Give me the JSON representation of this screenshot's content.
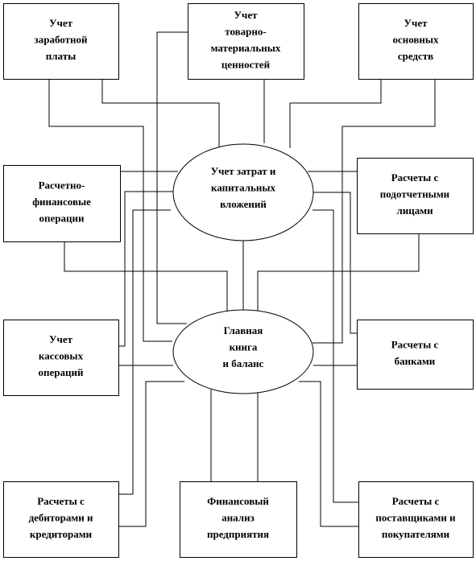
{
  "diagram": {
    "boxes": {
      "payroll": [
        "Учет",
        "заработной",
        "платы"
      ],
      "inventory": [
        "Учет",
        "товарно-",
        "материальных",
        "ценностей"
      ],
      "fixed_assets": [
        "Учет",
        "основных",
        "средств"
      ],
      "settlement_financial": [
        "Расчетно-",
        "финансовые",
        "операции"
      ],
      "accountable_persons": [
        "Расчеты с",
        "подотчетными",
        "лицами"
      ],
      "cash_operations": [
        "Учет",
        "кассовых",
        "операций"
      ],
      "banks": [
        "Расчеты с",
        "банками"
      ],
      "debtors_creditors": [
        "Расчеты с",
        "дебиторами и",
        "кредиторами"
      ],
      "financial_analysis": [
        "Финансовый",
        "анализ",
        "предприятия"
      ],
      "suppliers_buyers": [
        "Расчеты с",
        "поставщиками и",
        "покупателями"
      ]
    },
    "ellipses": {
      "costs_investments": [
        "Учет затрат и",
        "капитальных",
        "вложений"
      ],
      "general_ledger": [
        "Главная",
        "книга",
        "и баланс"
      ]
    }
  }
}
